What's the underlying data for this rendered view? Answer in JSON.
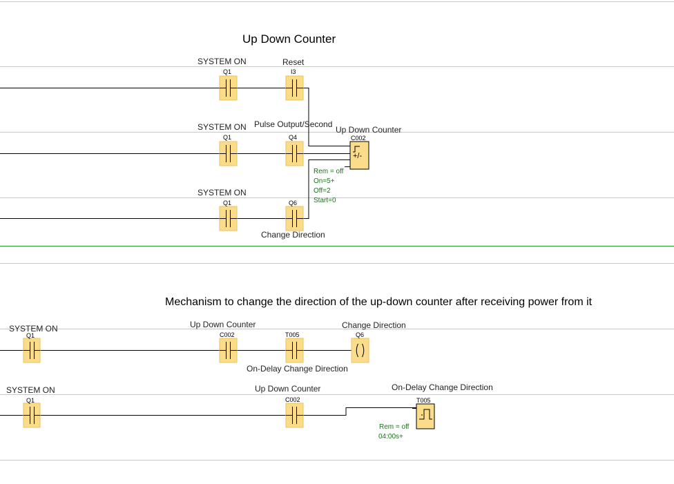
{
  "colors": {
    "contact_fill": "#fbdc8a",
    "contact_border": "#e8c060",
    "wire": "#000000",
    "row_line": "#c8c8c8",
    "separator": "#2e9b3a",
    "param_text": "#1f6f1f"
  },
  "diagram": {
    "network1": {
      "title": "Up Down Counter",
      "rung1": {
        "c1_name": "SYSTEM ON",
        "c1_addr": "Q1",
        "c2_name": "Reset",
        "c2_addr": "I3"
      },
      "rung2": {
        "c1_name": "SYSTEM ON",
        "c1_addr": "Q1",
        "c2_name": "Pulse Output/Second",
        "c2_addr": "Q4"
      },
      "rung3": {
        "c1_name": "SYSTEM ON",
        "c1_addr": "Q1",
        "c2_name": "Change Direction",
        "c2_addr": "Q6"
      },
      "counter": {
        "name": "Up Down Counter",
        "addr": "C002",
        "symbol": "+/-",
        "params": [
          "Rem = off",
          "On=5+",
          "Off=2",
          "Start=0"
        ]
      }
    },
    "network2": {
      "title": "Mechanism to change the direction of the up-down counter after receiving power from it",
      "rung1": {
        "c1_name": "SYSTEM ON",
        "c1_addr": "Q1",
        "c2_name": "Up Down Counter",
        "c2_addr": "C002",
        "c3_name": "On-Delay Change Direction",
        "c3_addr": "T005",
        "coil_name": "Change Direction",
        "coil_addr": "Q6"
      },
      "rung2": {
        "c1_name": "SYSTEM ON",
        "c1_addr": "Q1",
        "c2_name": "Up Down Counter",
        "c2_addr": "C002"
      },
      "timer": {
        "name": "On-Delay Change Direction",
        "addr": "T005",
        "params": [
          "Rem = off",
          "04:00s+"
        ]
      }
    }
  }
}
